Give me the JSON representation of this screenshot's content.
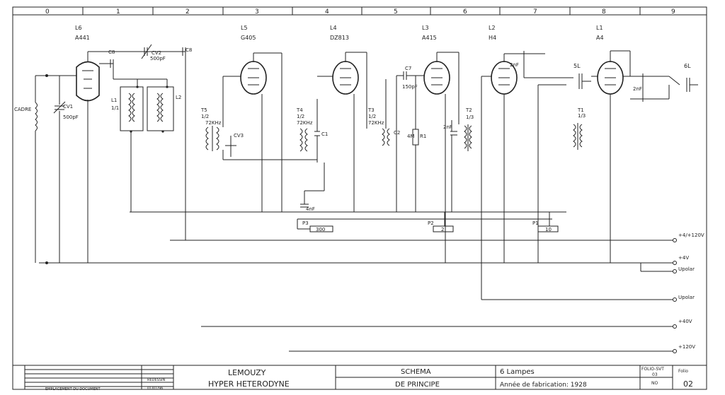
{
  "ruler": [
    "0",
    "1",
    "2",
    "3",
    "4",
    "5",
    "6",
    "7",
    "8",
    "9"
  ],
  "tubes": [
    {
      "id": "L6",
      "type": "A441"
    },
    {
      "id": "L5",
      "type": "G405"
    },
    {
      "id": "L4",
      "type": "DZ813"
    },
    {
      "id": "L3",
      "type": "A415"
    },
    {
      "id": "L2",
      "type": "H4"
    },
    {
      "id": "L1",
      "type": "A4"
    }
  ],
  "labels": {
    "cadre": "CADRE",
    "cv1": "CV1",
    "cv1_val": "500pF",
    "cv2": "CV2",
    "cv2_val": "500pF",
    "c8a": "C8",
    "c8b": "C8",
    "l1": "L1",
    "l1_ratio": "1/1",
    "l2": "L2",
    "t5": "T5",
    "t5_ratio": "1/2",
    "t5_freq": "72KHz",
    "cv3": "CV3",
    "t4": "T4",
    "t4_ratio": "1/2",
    "t4_freq": "72KHz",
    "c1": "C1",
    "t3": "T3",
    "t3_ratio": "1/2",
    "t3_freq": "72KHz",
    "c2": "C2",
    "c7": "C7",
    "c7_val": "150pF",
    "r1": "R1",
    "r1_val": "4M",
    "c_2nf_a": "2nF",
    "t2": "T2",
    "t2_ratio": "1/3",
    "c_2nf_b": "2nF",
    "t1": "T1",
    "t1_ratio": "1/3",
    "hp5": "5L",
    "c_2nf_c": "2nF",
    "hp6": "6L",
    "c_4nf": "4nF",
    "p3": "P3",
    "p3_val": "300",
    "p2": "P2",
    "p2_val": "2",
    "p1": "P1",
    "p1_val": "10",
    "t_plus": "+4/+120V",
    "t_4v": "+4V",
    "t_upolar1": "Upolar",
    "t_upolar2": "Upolar",
    "t_40v": "+40V",
    "t_120v": "+120V"
  },
  "title_block": {
    "maker": "LEMOUZY",
    "model": "HYPER HETERODYNE",
    "schema": "SCHEMA",
    "schema2": "DE PRINCIPE",
    "lamps": "6 Lampes",
    "year": "Année de fabrication: 1928",
    "folio_hdr": "FOLIO-SVT",
    "folio_sub": "03",
    "folio_no": "NO",
    "folio": "02",
    "folio_label": "Folio",
    "doc": "EMPLACEMENT DU DOCUMENT",
    "stamp1": "REDESSIN",
    "stamp2": "01/01/96"
  }
}
